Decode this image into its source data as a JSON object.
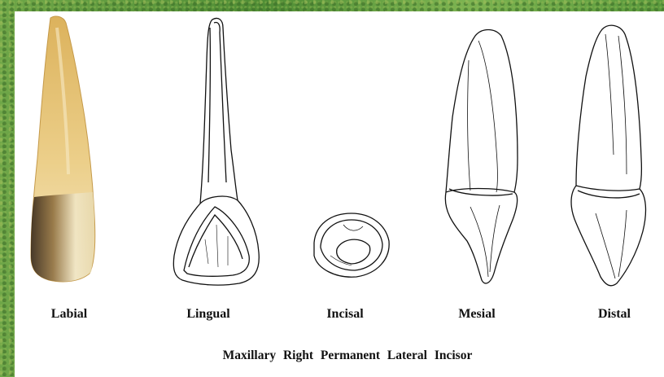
{
  "views": [
    {
      "id": "labial",
      "label": "Labial"
    },
    {
      "id": "lingual",
      "label": "Lingual"
    },
    {
      "id": "incisal",
      "label": "Incisal"
    },
    {
      "id": "mesial",
      "label": "Mesial"
    },
    {
      "id": "distal",
      "label": "Distal"
    }
  ],
  "caption": "Maxillary Right Permanent Lateral Incisor",
  "colors": {
    "background_green": "#5d9a3c",
    "panel": "#ffffff",
    "tooth_root": "#e6c77a",
    "tooth_crown": "#efe3b8",
    "ink": "#111111"
  }
}
